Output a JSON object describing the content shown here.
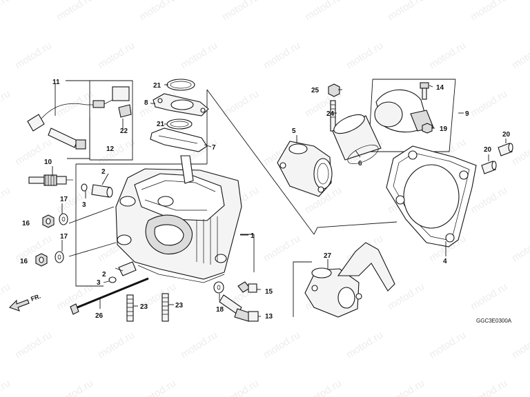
{
  "watermark": "motod.ru",
  "diagram_code": "GGC3E0300A",
  "direction_label": "FR.",
  "callouts": [
    "1",
    "2",
    "2",
    "3",
    "3",
    "4",
    "5",
    "6",
    "7",
    "8",
    "9",
    "10",
    "11",
    "12",
    "13",
    "14",
    "15",
    "16",
    "16",
    "17",
    "17",
    "18",
    "19",
    "20",
    "20",
    "21",
    "21",
    "22",
    "23",
    "23",
    "24",
    "25",
    "26",
    "27"
  ]
}
